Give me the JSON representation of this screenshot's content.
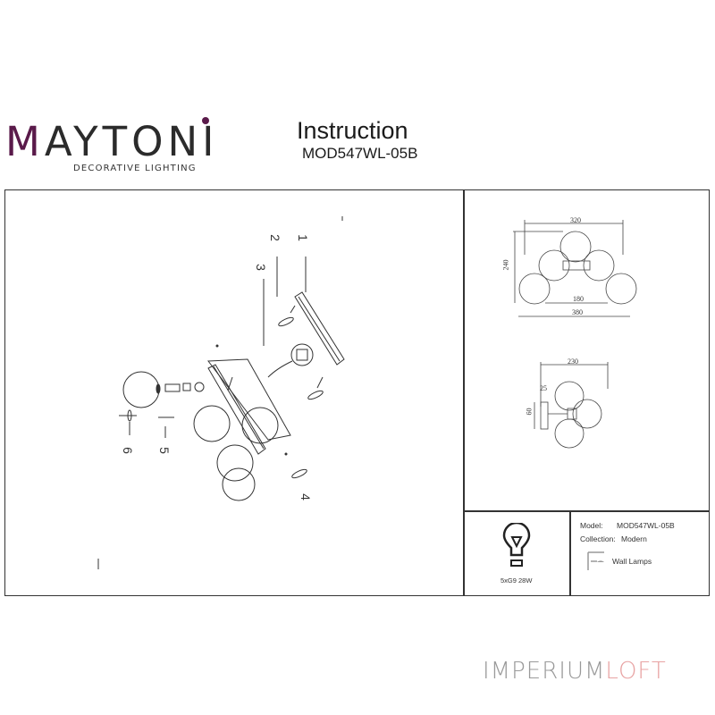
{
  "header": {
    "brand": "MAYTONI",
    "brand_first": "M",
    "brand_rest": "AYTONI",
    "brand_tagline": "DECORATIVE LIGHTING",
    "title": "Instruction",
    "model": "MOD547WL-05B",
    "brand_accent_color": "#5a1a4a"
  },
  "assembly_diagram": {
    "part_labels": [
      "1",
      "2",
      "3",
      "4",
      "5",
      "6"
    ]
  },
  "front_view": {
    "dims": {
      "top_width": "320",
      "height": "240",
      "inner_width": "180",
      "total_width": "380"
    }
  },
  "side_view": {
    "dims": {
      "depth": "230",
      "base_depth": "25",
      "base_height": "60"
    }
  },
  "specs": {
    "bulb_icon": "lightbulb-icon",
    "bulb": "5xG9 28W",
    "model_label": "Model:",
    "model_value": "MOD547WL-05B",
    "collection_label": "Collection:",
    "collection_value": "Modern",
    "type_icon": "wall-lamp-icon",
    "type": "Wall Lamps"
  },
  "footer": {
    "watermark_a": "IMPERIUM",
    "watermark_b": "LOFT",
    "color_a": "#9a9a9a",
    "color_b": "#e8a3a3"
  }
}
